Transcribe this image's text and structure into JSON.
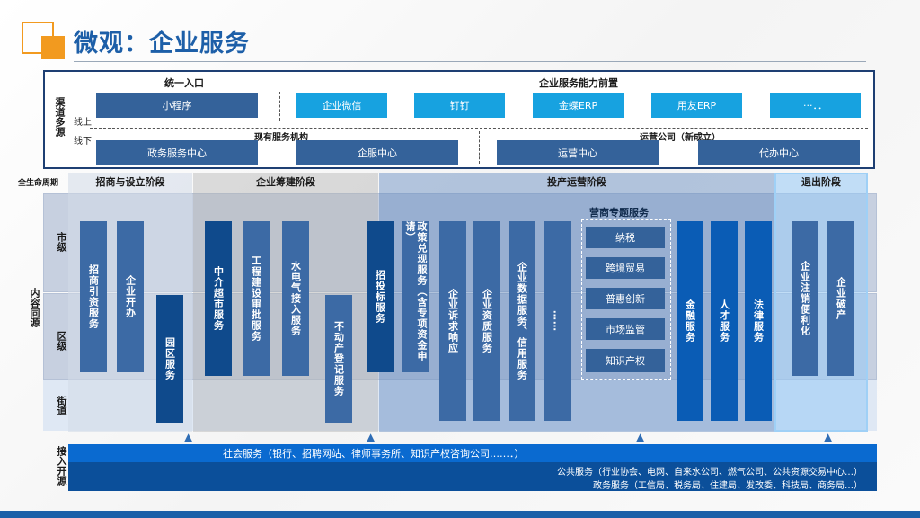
{
  "title": "微观：企业服务",
  "channels": {
    "side_label": "渠道多源",
    "online": "线上",
    "offline": "线下",
    "unified_entry": "统一入口",
    "capability_front": "企业服务能力前置",
    "online_items": [
      "小程序",
      "企业微信",
      "钉钉",
      "金蝶ERP",
      "用友ERP",
      "···．．"
    ],
    "existing_org": "现有服务机构",
    "operator": "运营公司（新成立）",
    "offline_items": [
      "政务服务中心",
      "企服中心",
      "运营中心",
      "代办中心"
    ]
  },
  "lifecycle_label": "全生命周期",
  "content_label": "内容同源",
  "levels": [
    "市级",
    "区级",
    "街道"
  ],
  "phases": [
    "招商与设立阶段",
    "企业筹建阶段",
    "投产运营阶段",
    "退出阶段"
  ],
  "phase1_bars": [
    "招商引资服务",
    "企业开办",
    "园区服务"
  ],
  "phase2_bars": [
    "中介超市服务",
    "工程建设审批服务",
    "水电气接入服务",
    "不动产登记服务"
  ],
  "phase3_bars": [
    "招投标服务",
    "政策兑现服务（含专项资金申请）",
    "企业诉求响应",
    "企业资质服务",
    "企业数据服务、信用服务",
    "……"
  ],
  "special": {
    "title": "营商专题服务",
    "items": [
      "纳税",
      "跨境贸易",
      "普惠创新",
      "市场监管",
      "知识产权"
    ]
  },
  "phase3_right_bars": [
    "金融服务",
    "人才服务",
    "法律服务"
  ],
  "phase4_bars": [
    "企业注销便利化",
    "企业破产"
  ],
  "access": {
    "side_label": "接入开源",
    "social": "社会服务（银行、招聘网站、律师事务所、知识产权咨询公司……．）",
    "public": "公共服务（行业协会、电网、自来水公司、燃气公司、公共资源交易中心…）",
    "gov": "政务服务（工信局、税务局、住建局、发改委、科技局、商务局…）"
  },
  "colors": {
    "accent": "#f29a1f",
    "title": "#1d5fa8",
    "dark_blue": "#0f4a8c",
    "cyan": "#17a2e0"
  }
}
